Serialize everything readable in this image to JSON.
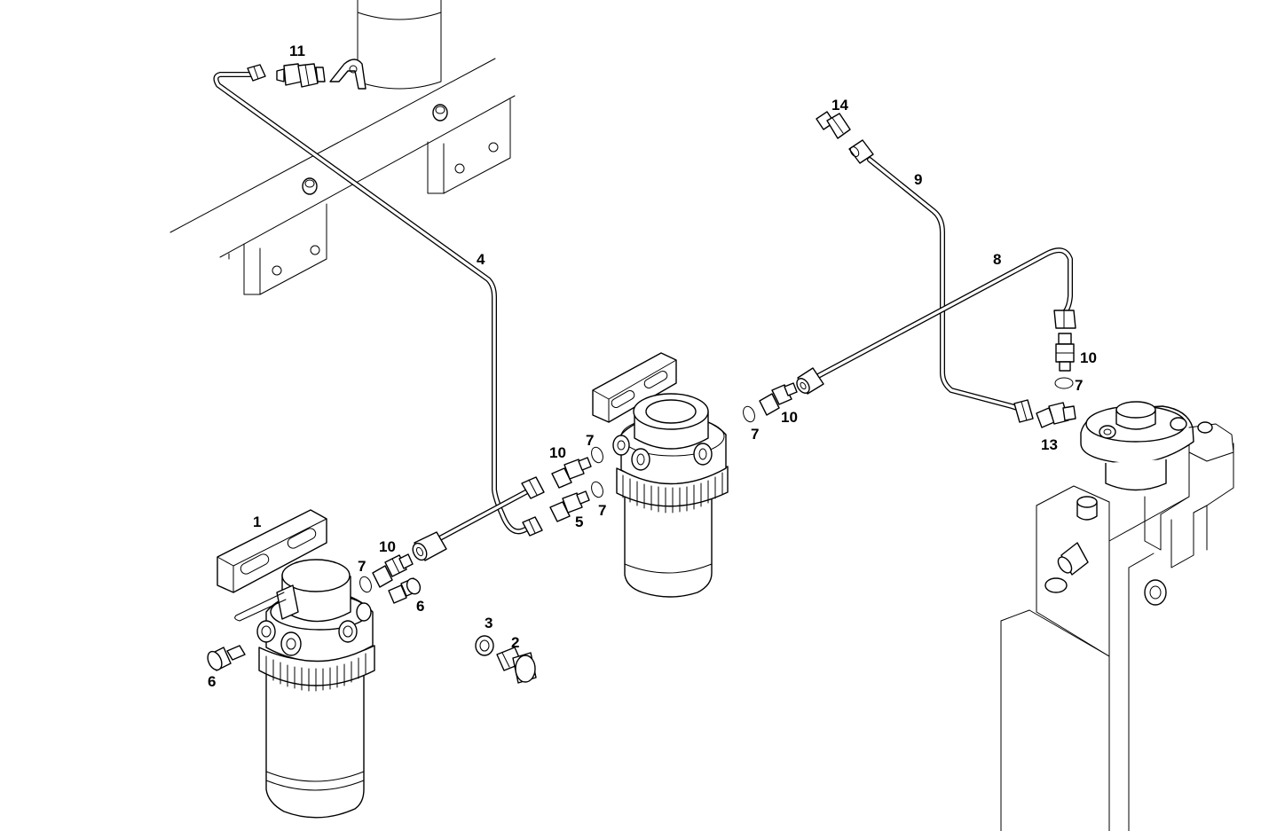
{
  "labels": {
    "c1": "1",
    "c2": "2",
    "c3": "3",
    "c4": "4",
    "c5": "5",
    "c6a": "6",
    "c6b": "6",
    "c7a": "7",
    "c7b": "7",
    "c7c": "7",
    "c7d": "7",
    "c7e": "7",
    "c8": "8",
    "c9": "9",
    "c10a": "10",
    "c10b": "10",
    "c10c": "10",
    "c10d": "10",
    "c11": "11",
    "c13": "13",
    "c14": "14"
  }
}
